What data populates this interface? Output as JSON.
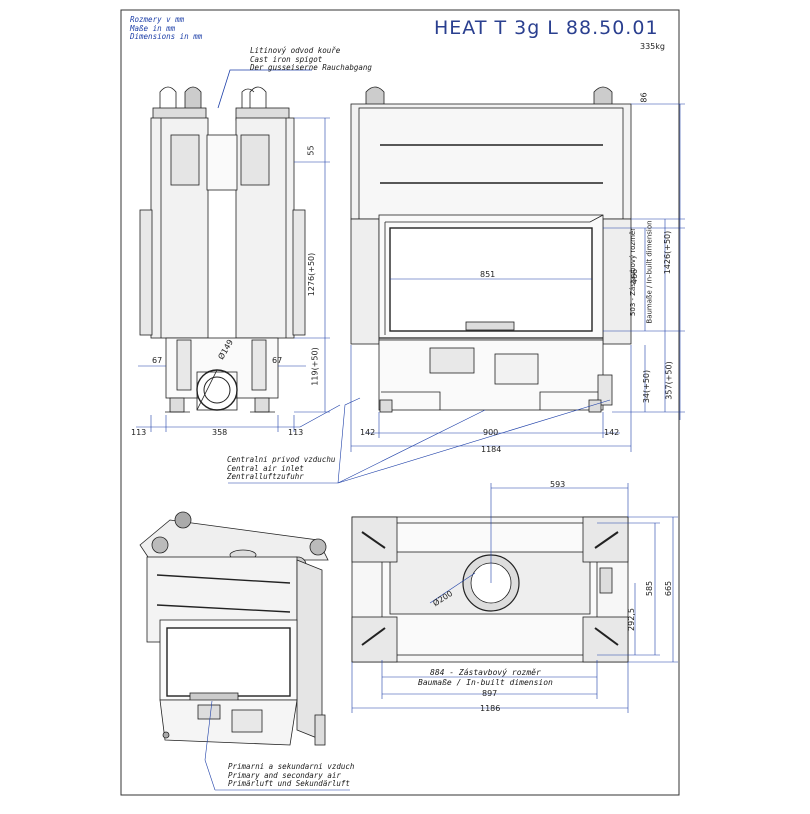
{
  "title": "HEAT T 3g L 88.50.01",
  "weight": "335kg",
  "units_note": [
    "Rozmery v mm",
    "Maße in mm",
    "Dimensions in mm"
  ],
  "spigot_note": [
    "Litinový odvod kouře",
    "Cast iron spigot",
    "Der gusseiserne Rauchabgang"
  ],
  "air_inlet_note": [
    "Centralni privod vzduchu",
    "Central air inlet",
    "Zentralluftzufuhr"
  ],
  "primary_air_note": [
    "Primarni a sekundarni vzduch",
    "Primary and secondary air",
    "Primärluft und Sekundärluft"
  ],
  "side_view": {
    "w_left": "113",
    "w_mid": "358",
    "w_right": "113",
    "d67_left": "67",
    "d67_right": "67",
    "flue_dia": "Ø149",
    "h_55": "55",
    "h_1276": "1276(+50)",
    "h_119": "119(+50)"
  },
  "front_view": {
    "glass_width": "851",
    "w_142_left": "142",
    "w_900": "900",
    "w_142_right": "142",
    "w_1184": "1184",
    "h_86": "86",
    "h_466": "466",
    "h_503": "503 - Zástavbový rozměr",
    "h_503b": "Baumaße / In-built dimension",
    "h_1426": "1426(+50)",
    "h_34": "34(+50)",
    "h_357": "357(+50)"
  },
  "top_view": {
    "w_593": "593",
    "dia_200": "Ø200",
    "d_292": "292,5",
    "d_585": "585",
    "d_665": "665",
    "w_884": "884 - Zástavbový rozměr",
    "w_884b": "Baumaße / In-built dimension",
    "w_897": "897",
    "w_1186": "1186"
  }
}
